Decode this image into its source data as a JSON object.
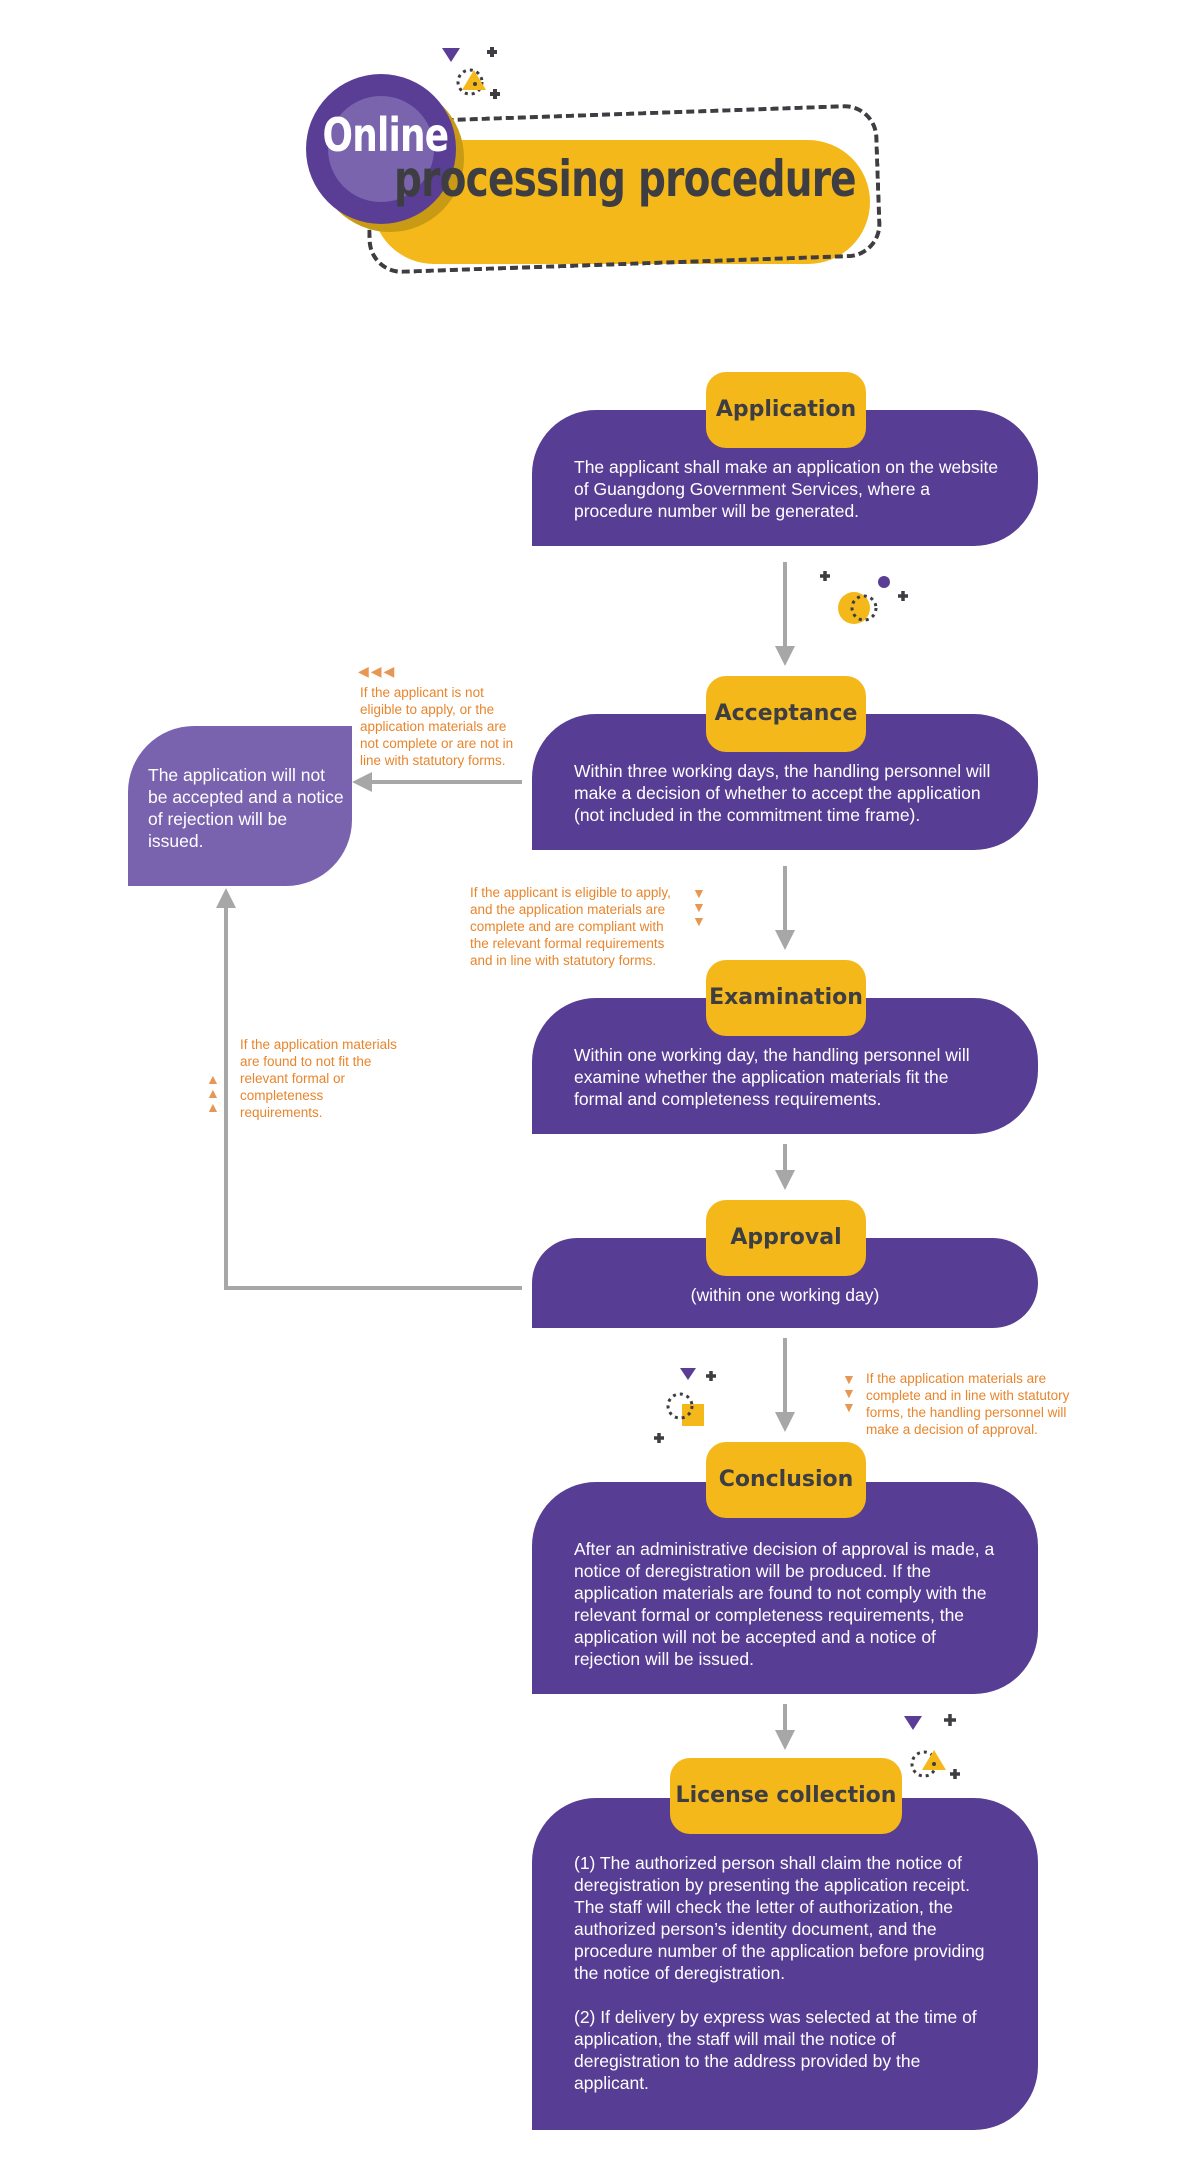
{
  "header": {
    "word_online": "Online",
    "word_procedure": "processing procedure"
  },
  "steps": [
    {
      "id": "application",
      "title": "Application",
      "text": "The applicant shall make an application on the website\nof Guangdong Government Services, where a\nprocedure number will be generated."
    },
    {
      "id": "acceptance",
      "title": "Acceptance",
      "text": "Within three working days, the handling personnel will\nmake a decision of whether to accept the application\n(not included in the commitment time frame)."
    },
    {
      "id": "examination",
      "title": "Examination",
      "text": "Within one working day, the handling personnel will\nexamine whether the application materials fit the\nformal and completeness requirements."
    },
    {
      "id": "approval",
      "title": "Approval",
      "text": "(within one working day)"
    },
    {
      "id": "conclusion",
      "title": "Conclusion",
      "text": "After an administrative decision of approval is made, a\nnotice of deregistration will be produced. If the\napplication materials are found to not comply with the\nrelevant formal or completeness requirements, the\napplication will not be accepted and a notice of\nrejection will be issued."
    },
    {
      "id": "license",
      "title": "License collection",
      "text": "(1) The authorized person shall claim the notice of\nderegistration by presenting the application receipt.\nThe staff will check the letter of authorization, the\nauthorized person’s identity document, and the\nprocedure number of the application before providing\nthe notice of deregistration.\n\n(2) If delivery by express was selected at the time of\napplication, the staff will mail the notice of\nderegistration to the address provided by the\napplicant."
    }
  ],
  "rejection": "The application will not be accepted and a notice of rejection will be issued.",
  "notes": {
    "not_eligible": "If the applicant is not\neligible to apply, or the\napplication materials are\nnot complete or are not in\nline with statutory forms.",
    "eligible": "If the applicant is eligible to apply,\nand the application materials are\ncomplete and are compliant with\nthe relevant formal requirements\nand in line with statutory forms.",
    "not_fit": "If the application materials\nare found to not fit the\nrelevant formal or\ncompleteness\nrequirements.",
    "approval_decision": "If the application materials are\ncomplete and in line with statutory\nforms, the handling personnel will\nmake a decision of approval."
  },
  "colors": {
    "purple": "#573d94",
    "light_purple": "#7a63ae",
    "yellow": "#f4b81b",
    "orange_text": "#e8852c",
    "arrow_gray": "#a7a7a7",
    "dark": "#3d3d42"
  }
}
